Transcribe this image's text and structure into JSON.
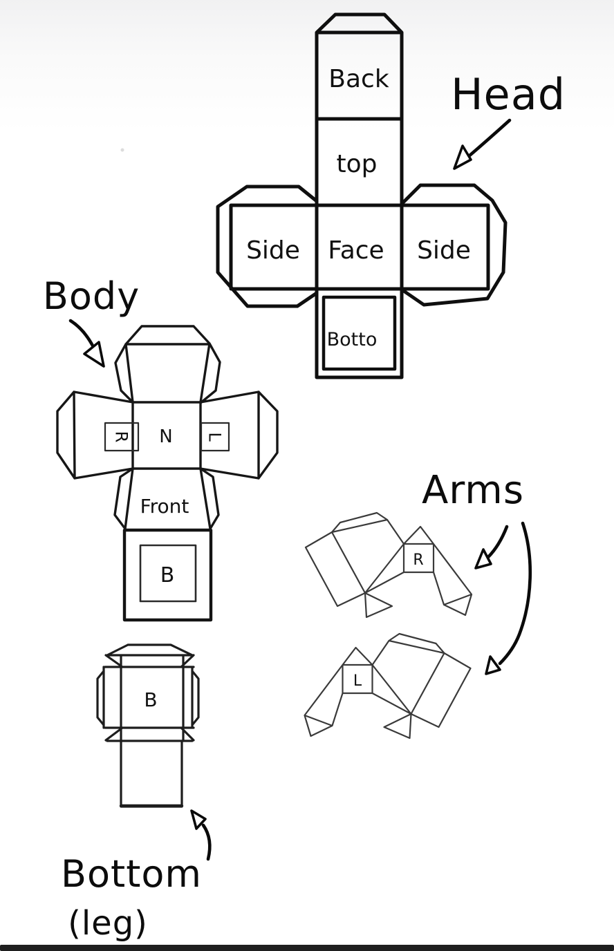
{
  "pieces": {
    "head": {
      "label": "Head",
      "faces": {
        "back": "Back",
        "top": "top",
        "side_left": "Side",
        "face": "Face",
        "side_right": "Side",
        "bottom": "Botto"
      }
    },
    "body": {
      "label": "Body",
      "faces": {
        "neck": "N",
        "tab_right": "R",
        "tab_left": "L",
        "front": "Front",
        "bottom": "B"
      }
    },
    "arms": {
      "label": "Arms",
      "right_tag": "R",
      "left_tag": "L"
    },
    "leg": {
      "label": "Bottom",
      "label_note": "(leg)",
      "face_bottom": "B"
    }
  },
  "colors": {
    "ink": "#0c0c0c",
    "head_outline": "#0f0f0f",
    "body_outline": "#161616",
    "arm_outline": "#3a3a3a",
    "leg_outline": "#1d1d1d",
    "background": "#ffffff",
    "background_top": "#f1f1f2",
    "footer_bar": "#1f1f1f"
  }
}
